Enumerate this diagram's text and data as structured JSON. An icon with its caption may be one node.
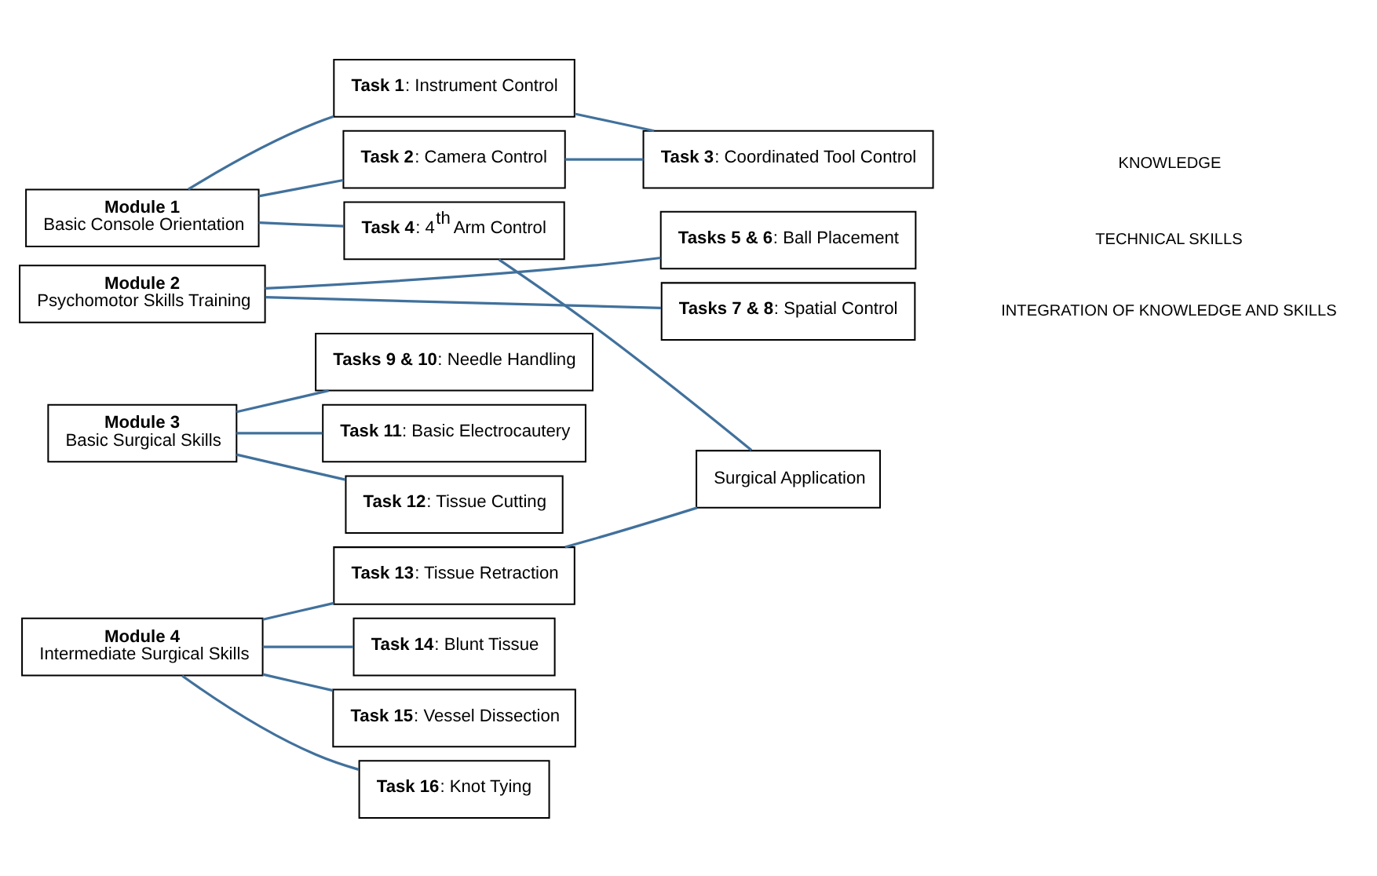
{
  "diagram": {
    "nodes": [
      {
        "text": [
          "Module 1",
          "Basic Console Orientation"
        ]
      },
      {
        "text": [
          "**Task 1**: Instrument Control"
        ]
      },
      {
        "text": [
          "**Task 2**: Camera Control"
        ]
      },
      {
        "text": [
          "**Task 3**: Coordinated Tool Control"
        ]
      },
      {
        "text": [
          "**Task 4**: 4$^{th}$ Arm Control"
        ]
      },
      {
        "text": [
          "Module 2",
          "Psychomotor Skills Training"
        ]
      },
      {
        "text": [
          "**Tasks 5 & 6**: Ball Placement"
        ]
      },
      {
        "text": [
          "**Tasks 7 & 8**: Spatial Control"
        ]
      },
      {
        "text": [
          "Module 3",
          "Basic Surgical Skills"
        ]
      },
      {
        "text": [
          "**Tasks 9 & 10**: Needle Handling"
        ]
      },
      {
        "text": [
          "**Task 11**: Basic Electrocautery"
        ]
      },
      {
        "text": [
          "**Task 12**: Tissue Cutting"
        ]
      },
      {
        "text": [
          "Surgical Application"
        ]
      },
      {
        "text": [
          "Module 4",
          "Intermediate Surgical Skills"
        ]
      },
      {
        "text": [
          "**Task 13**: Tissue Retraction"
        ]
      },
      {
        "text": [
          "**Task 14**: Blunt Tissue"
        ]
      },
      {
        "text": [
          "**Task 15**: Vessel Dissection"
        ]
      },
      {
        "text": [
          "**Task 16**: Knot Tying"
        ]
      }
    ],
    "edges": [
      {
        "from": 0,
        "to": 1,
        "arrow": "none"
      },
      {
        "from": 0,
        "to": 2,
        "arrow": "none"
      },
      {
        "from": 0,
        "to": 4,
        "arrow": "none"
      },
      {
        "from": 1,
        "to": 3,
        "arrow": "none"
      },
      {
        "from": 2,
        "to": 3,
        "arrow": "none"
      },
      {
        "from": 5,
        "to": 6,
        "arrow": "none"
      },
      {
        "from": 5,
        "to": 7,
        "arrow": "none"
      },
      {
        "from": 8,
        "to": 9,
        "arrow": "none"
      },
      {
        "from": 8,
        "to": 10,
        "arrow": "none"
      },
      {
        "from": 8,
        "to": 11,
        "arrow": "none"
      },
      {
        "from": 4,
        "to": 12,
        "arrow": "none"
      },
      {
        "from": 14,
        "to": 12,
        "arrow": "none"
      },
      {
        "from": 13,
        "to": 14,
        "arrow": "none"
      },
      {
        "from": 13,
        "to": 15,
        "arrow": "none"
      },
      {
        "from": 13,
        "to": 16,
        "arrow": "none"
      },
      {
        "from": 13,
        "to": 17,
        "arrow": "none"
      }
    ],
    "labels": [
      "KNOWLEDGE",
      "TECHNICAL SKILLS",
      "INTEGRATION OF KNOWLEDGE AND SKILLS"
    ]
  }
}
